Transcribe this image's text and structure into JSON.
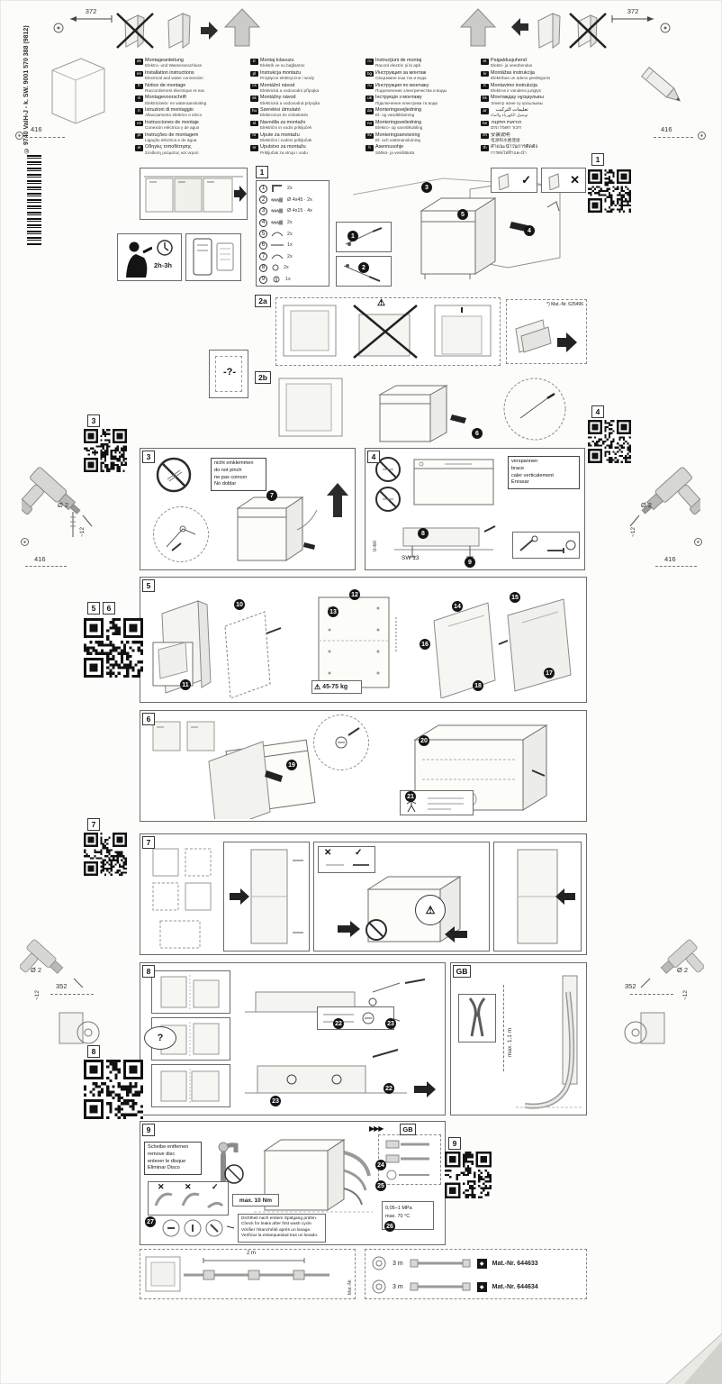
{
  "doc": {
    "code": "© 9740 VaIH-J - k. SW.  9001 570 388 (9812)",
    "matnr_note": "*) Mat.-Nr. 625496",
    "matnr_left": "Mat.-Nr.",
    "mat1": "Mat.-Nr. 644633",
    "mat2": "Mat.-Nr. 644634"
  },
  "measure": {
    "w372": "372",
    "w416": "416",
    "w352": "352",
    "d2": "Ø 2",
    "dep12": "~12",
    "range060": "0-60",
    "sw13": "SW 13",
    "weight": "45-75 kg",
    "maxh": "max. 1,1 m",
    "torque": "max. 10 Nm",
    "time": "2h-3h",
    "pressure": "0,05–1 MPa",
    "temp": "max. 70 °C",
    "len2": "2 m",
    "len3a": "3 m",
    "len3b": "3 m"
  },
  "steps": {
    "s1": "1",
    "s2a": "2a",
    "s2b": "2b",
    "s3": "3",
    "s4": "4",
    "s5": "5",
    "s6": "6",
    "s7": "7",
    "s8": "8",
    "s9": "9",
    "gb": "GB"
  },
  "labels": {
    "pinch": [
      "nicht einklemmen",
      "do not pinch",
      "ne pas coincer",
      "No doblar"
    ],
    "brace": [
      "verspannen",
      "brace",
      "caler verticalement",
      "Enrasar"
    ],
    "disc": [
      "Scheibe entfernen",
      "remove disc",
      "enlever le disque",
      "Eliminar Disco"
    ],
    "leak": [
      "Dichtheit nach erstem Spülgang prüfen.",
      "Check for leaks after first wash cycle.",
      "Vérifier l'étanchéité après un lavage.",
      "Verificar la estanqueidad tras un lavado."
    ],
    "question": "-?-",
    "bubble": "?"
  },
  "icons": {
    "check": "✓",
    "cross": "✕",
    "warn": "⚠",
    "ff": "▶▶▶"
  },
  "callouts": {
    "c1": "1",
    "c2": "2",
    "c3": "3",
    "c4": "4",
    "c5": "5",
    "c6": "6",
    "c7": "7",
    "c8": "8",
    "c9": "9",
    "c10": "10",
    "c11": "11",
    "c12": "12",
    "c13": "13",
    "c14": "14",
    "c15": "15",
    "c16": "16",
    "c17": "17",
    "c18": "18",
    "c19": "19",
    "c20": "20",
    "c21": "21",
    "c22": "22",
    "c23": "23",
    "c24": "24",
    "c25": "25",
    "c26": "26",
    "c27": "27"
  },
  "parts": [
    {
      "n": "1",
      "icon": "bracket",
      "txt": "2x"
    },
    {
      "n": "2",
      "icon": "screw",
      "txt": "Ø 4x45 · 2x"
    },
    {
      "n": "3",
      "icon": "screw",
      "txt": "Ø 4x15 · 4x"
    },
    {
      "n": "4",
      "icon": "screw",
      "txt": "2x"
    },
    {
      "n": "5",
      "icon": "clip",
      "txt": "2x"
    },
    {
      "n": "6",
      "icon": "strip",
      "txt": "1x"
    },
    {
      "n": "7",
      "icon": "clip",
      "txt": "2x"
    },
    {
      "n": "8",
      "icon": "cap",
      "txt": "2x"
    },
    {
      "n": "9",
      "icon": "hoseclip",
      "txt": "1x"
    }
  ],
  "languages": [
    {
      "col": 0,
      "code": "de",
      "t": "Montageanleitung",
      "s": "Elektro- und Wasseranschluss"
    },
    {
      "col": 0,
      "code": "en",
      "t": "Installation instructions",
      "s": "Electrical and water connection"
    },
    {
      "col": 0,
      "code": "fr",
      "t": "Notice de montage",
      "s": "Raccordement électrique et eau"
    },
    {
      "col": 0,
      "code": "nl",
      "t": "Montagevoorschrift",
      "s": "Elektriciteits- en wateraansluiting"
    },
    {
      "col": 0,
      "code": "it",
      "t": "Istruzioni di montaggio",
      "s": "Allacciamento elettrico e idrico"
    },
    {
      "col": 0,
      "code": "es",
      "t": "Instrucciones de montaje",
      "s": "Conexión eléctrica y de agua"
    },
    {
      "col": 0,
      "code": "pt",
      "t": "Instruções de montagem",
      "s": "Ligação eléctrica e de água"
    },
    {
      "col": 0,
      "code": "el",
      "t": "Οδηγίες τοποθέτησης",
      "s": "Σύνδεση ρεύματος και νερού"
    },
    {
      "col": 1,
      "code": "tr",
      "t": "Montaj kılavuzu",
      "s": "Elektrik ve su bağlantısı"
    },
    {
      "col": 1,
      "code": "pl",
      "t": "Instrukcja montażu",
      "s": "Przyłącze elektryczne i wody"
    },
    {
      "col": 1,
      "code": "cs",
      "t": "Montážní návod",
      "s": "Elektrická a vodovodní přípojka"
    },
    {
      "col": 1,
      "code": "sk",
      "t": "Montážny návod",
      "s": "Elektrická a vodovodná prípojka"
    },
    {
      "col": 1,
      "code": "hu",
      "t": "Szerelési útmutató",
      "s": "Elektromos és vízbekötés"
    },
    {
      "col": 1,
      "code": "sl",
      "t": "Navodila za montažo",
      "s": "Električni in vodni priključek"
    },
    {
      "col": 1,
      "code": "hr",
      "t": "Upute za montažu",
      "s": "Električni i vodeni priključak"
    },
    {
      "col": 1,
      "code": "sr",
      "t": "Uputstvo za montažu",
      "s": "Priključak za struju i vodu"
    },
    {
      "col": 2,
      "code": "ro",
      "t": "Instrucţiuni de montaj",
      "s": "Racord electric şi la apă"
    },
    {
      "col": 2,
      "code": "bg",
      "t": "Инструкция за монтаж",
      "s": "Свързване към ток и вода"
    },
    {
      "col": 2,
      "code": "ru",
      "t": "Инструкция по монтажу",
      "s": "Подключение электричества и воды"
    },
    {
      "col": 2,
      "code": "uk",
      "t": "Інструкція з монтажу",
      "s": "Підключення електрики та води"
    },
    {
      "col": 2,
      "code": "da",
      "t": "Monteringsvejledning",
      "s": "El- og vandtilslutning"
    },
    {
      "col": 2,
      "code": "no",
      "t": "Monteringsveiledning",
      "s": "Elektro- og vanntilkobling"
    },
    {
      "col": 2,
      "code": "sv",
      "t": "Monteringsanvisning",
      "s": "El- och vattenanslutning"
    },
    {
      "col": 2,
      "code": "fi",
      "t": "Asennusohje",
      "s": "Sähkö- ja vesiliitäntä"
    },
    {
      "col": 3,
      "code": "et",
      "t": "Paigaldusjuhend",
      "s": "Elektri- ja veeühendus"
    },
    {
      "col": 3,
      "code": "lv",
      "t": "Montāžas instrukcija",
      "s": "Elektrības un ūdens pieslēgums"
    },
    {
      "col": 3,
      "code": "lt",
      "t": "Montavimo instrukcija",
      "s": "Elektros ir vandens jungtys"
    },
    {
      "col": 3,
      "code": "kk",
      "t": "Монтаждау нұсқаулығы",
      "s": "Электр және су қосылымы"
    },
    {
      "col": 3,
      "code": "ar",
      "t": "تعليمات التركيب",
      "s": "توصيل الكهرباء والماء",
      "rtl": true
    },
    {
      "col": 3,
      "code": "he",
      "t": "הוראות התקנה",
      "s": "חיבור חשמל ומים",
      "rtl": true
    },
    {
      "col": 3,
      "code": "zh",
      "t": "安装说明",
      "s": "电源和水路连接"
    },
    {
      "col": 3,
      "code": "th",
      "t": "คำแนะนำในการติดตั้ง",
      "s": "การต่อไฟฟ้าและน้ำ"
    }
  ]
}
